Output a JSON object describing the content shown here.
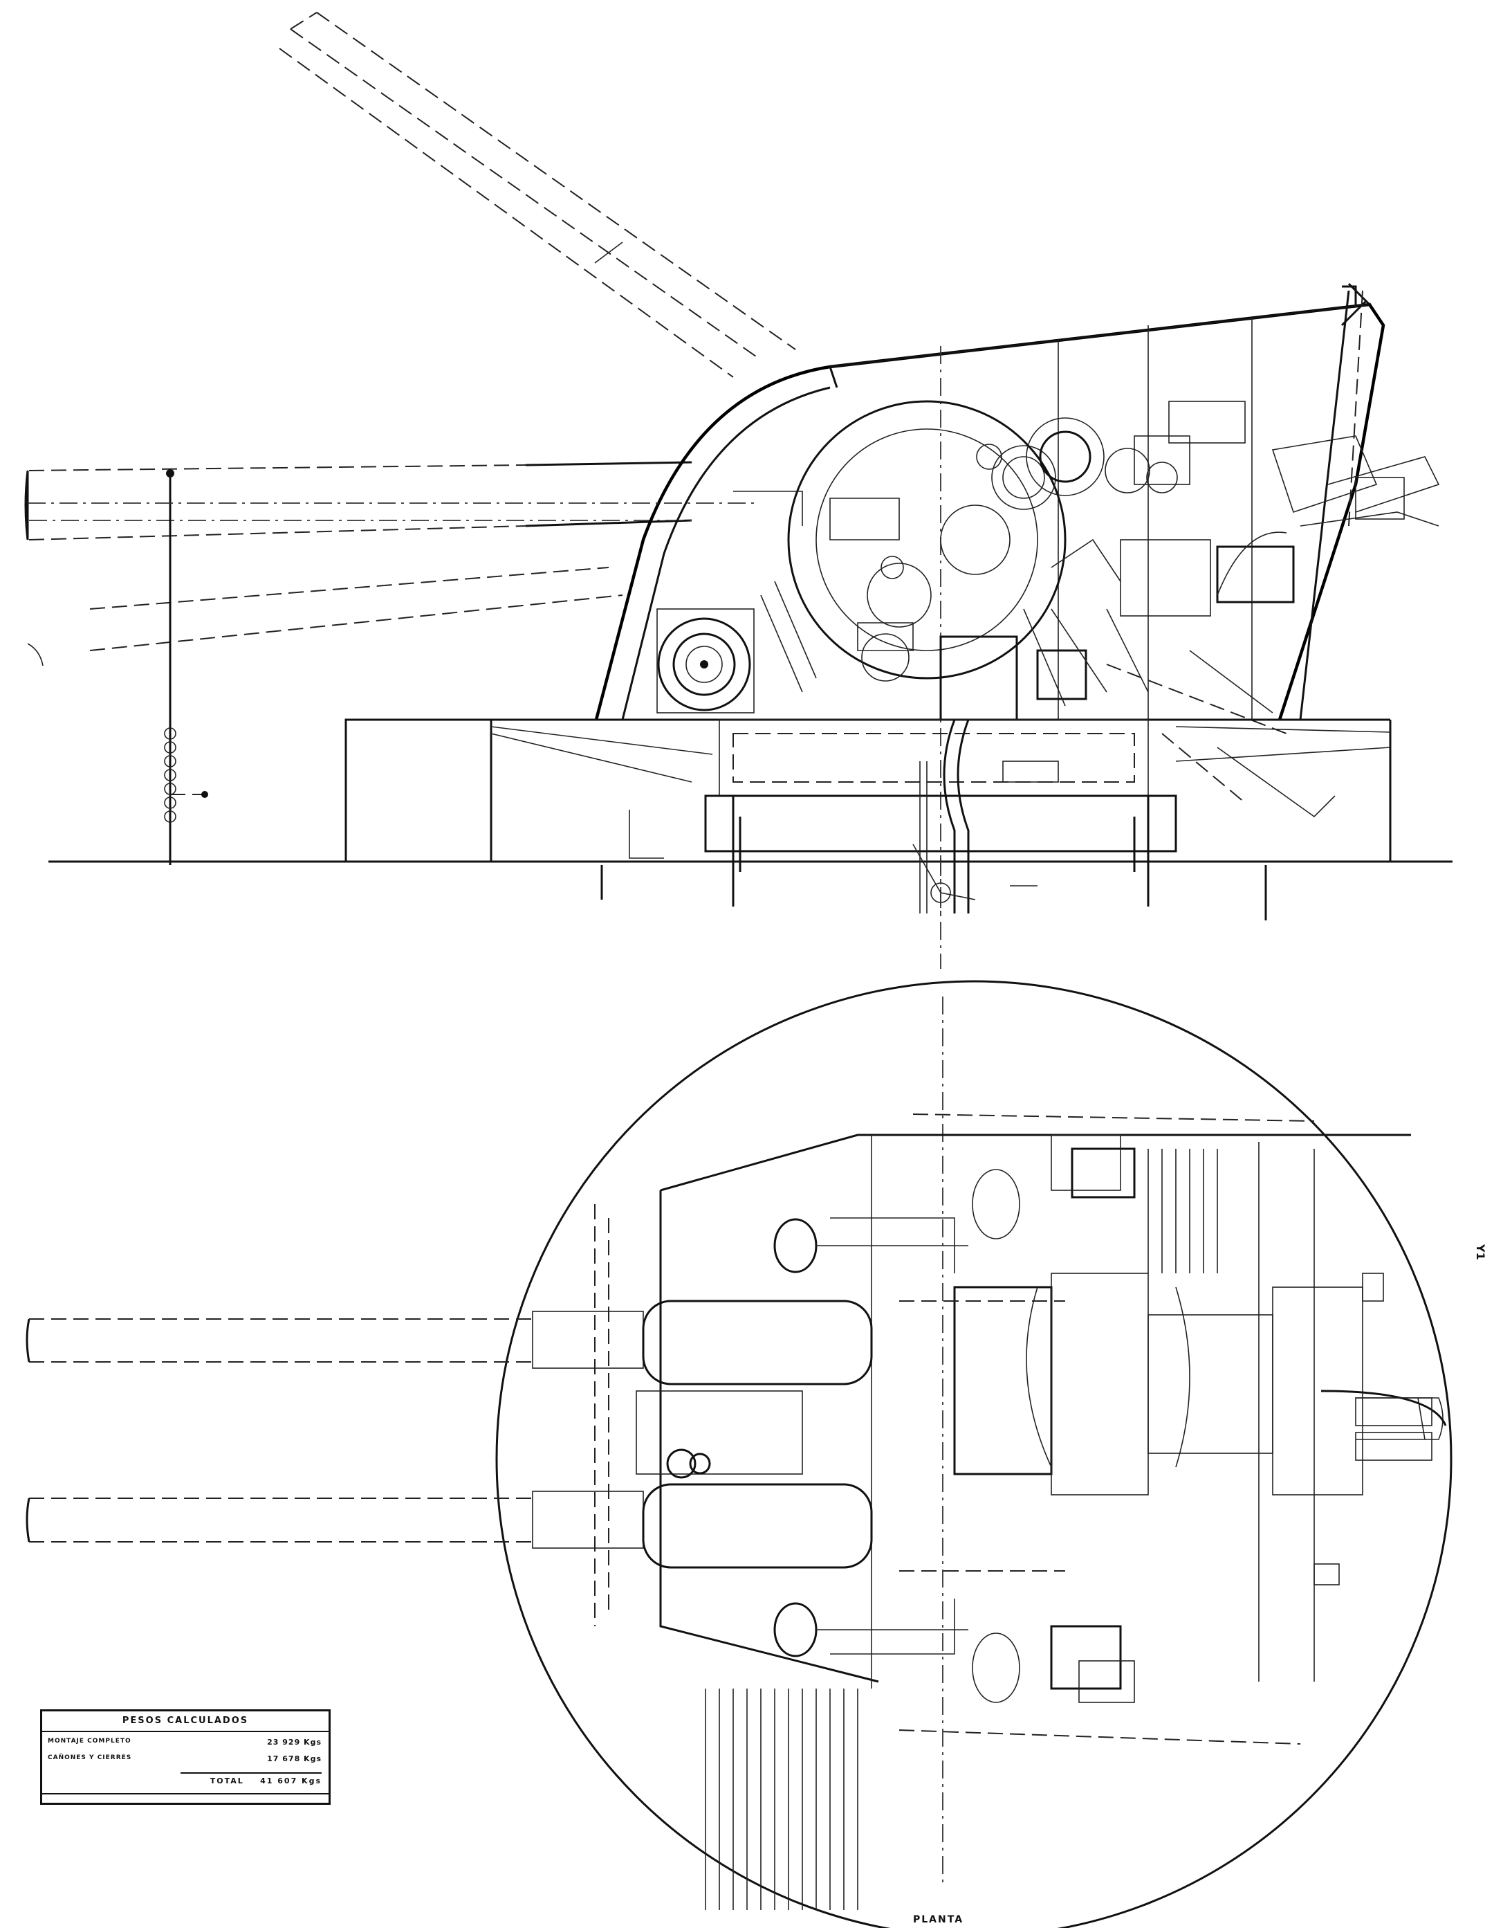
{
  "weights_table": {
    "title": "PESOS CALCULADOS",
    "rows": [
      {
        "label": "MONTAJE COMPLETO",
        "value": "23 929 Kgs"
      },
      {
        "label": "CAÑONES Y CIERRES",
        "value": "17 678 Kgs"
      }
    ],
    "total_label": "TOTAL",
    "total_value": "41 607 Kgs"
  },
  "view_labels": {
    "plan": "PLANTA"
  },
  "side_mark": "Y1"
}
